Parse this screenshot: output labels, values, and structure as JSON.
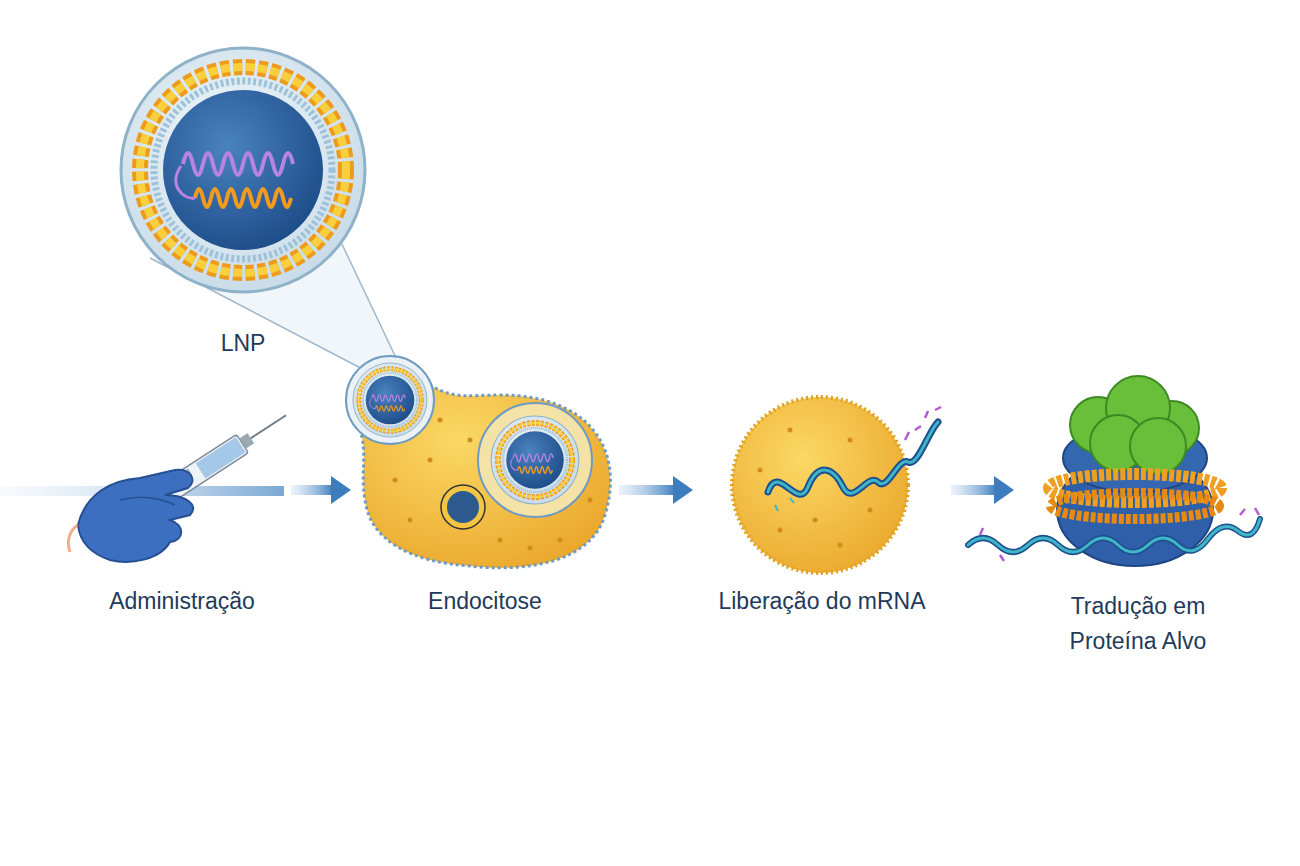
{
  "diagram": {
    "nodes": [
      {
        "text": [
          "LNP"
        ]
      },
      {
        "text": [
          "Administração"
        ]
      },
      {
        "text": [
          "Endocitose"
        ]
      },
      {
        "text": [
          "Liberação do mRNA"
        ]
      },
      {
        "text": [
          "Tradução em Proteína Alvo"
        ]
      }
    ],
    "edges": [
      {
        "from": 1,
        "to": 2,
        "arrow": "to"
      },
      {
        "from": 2,
        "to": 3,
        "arrow": "to"
      },
      {
        "from": 3,
        "to": 4,
        "arrow": "to"
      }
    ]
  }
}
